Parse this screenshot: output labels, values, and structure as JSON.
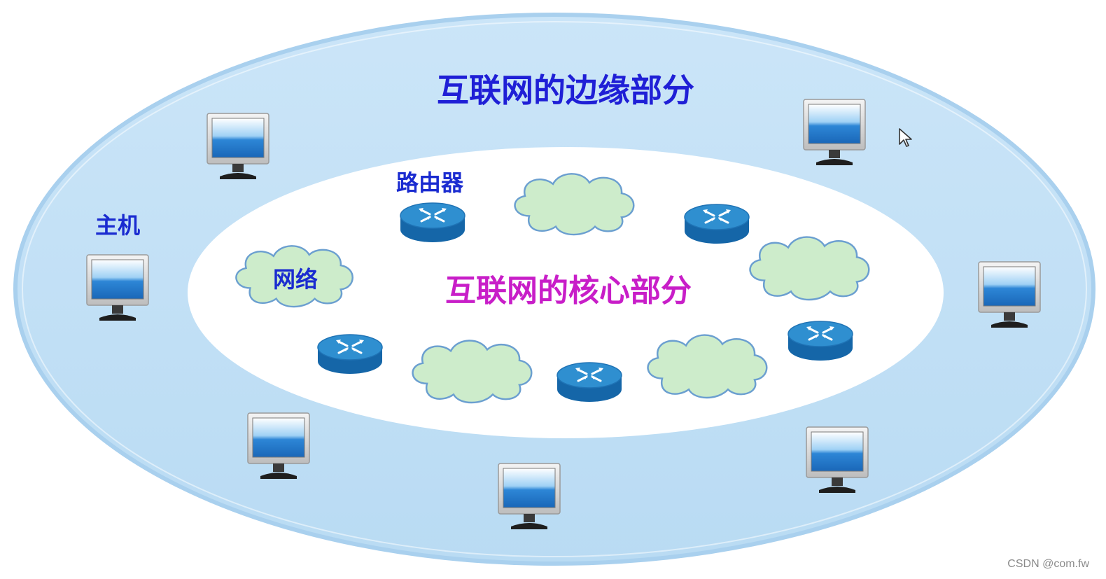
{
  "edge_title": "互联网的边缘部分",
  "core_title": "互联网的核心部分",
  "labels": {
    "host": "主机",
    "router": "路由器",
    "network": "网络"
  },
  "watermark": "CSDN @com.fw",
  "colors": {
    "outer_ring": "#c3e0f6",
    "outer_ring_edge": "#a9d0ee",
    "core_area": "#ffffff",
    "cloud_fill": "#cdeccb",
    "cloud_stroke": "#6b9fd0",
    "router_top": "#2f8fd0",
    "router_side": "#1566a8",
    "monitor_screen": "#2d86d6",
    "edge_title": "#1f1fd6",
    "core_title": "#c81ec8"
  },
  "icons": [
    "monitor-icon",
    "router-icon",
    "cloud-icon",
    "cursor-icon"
  ]
}
